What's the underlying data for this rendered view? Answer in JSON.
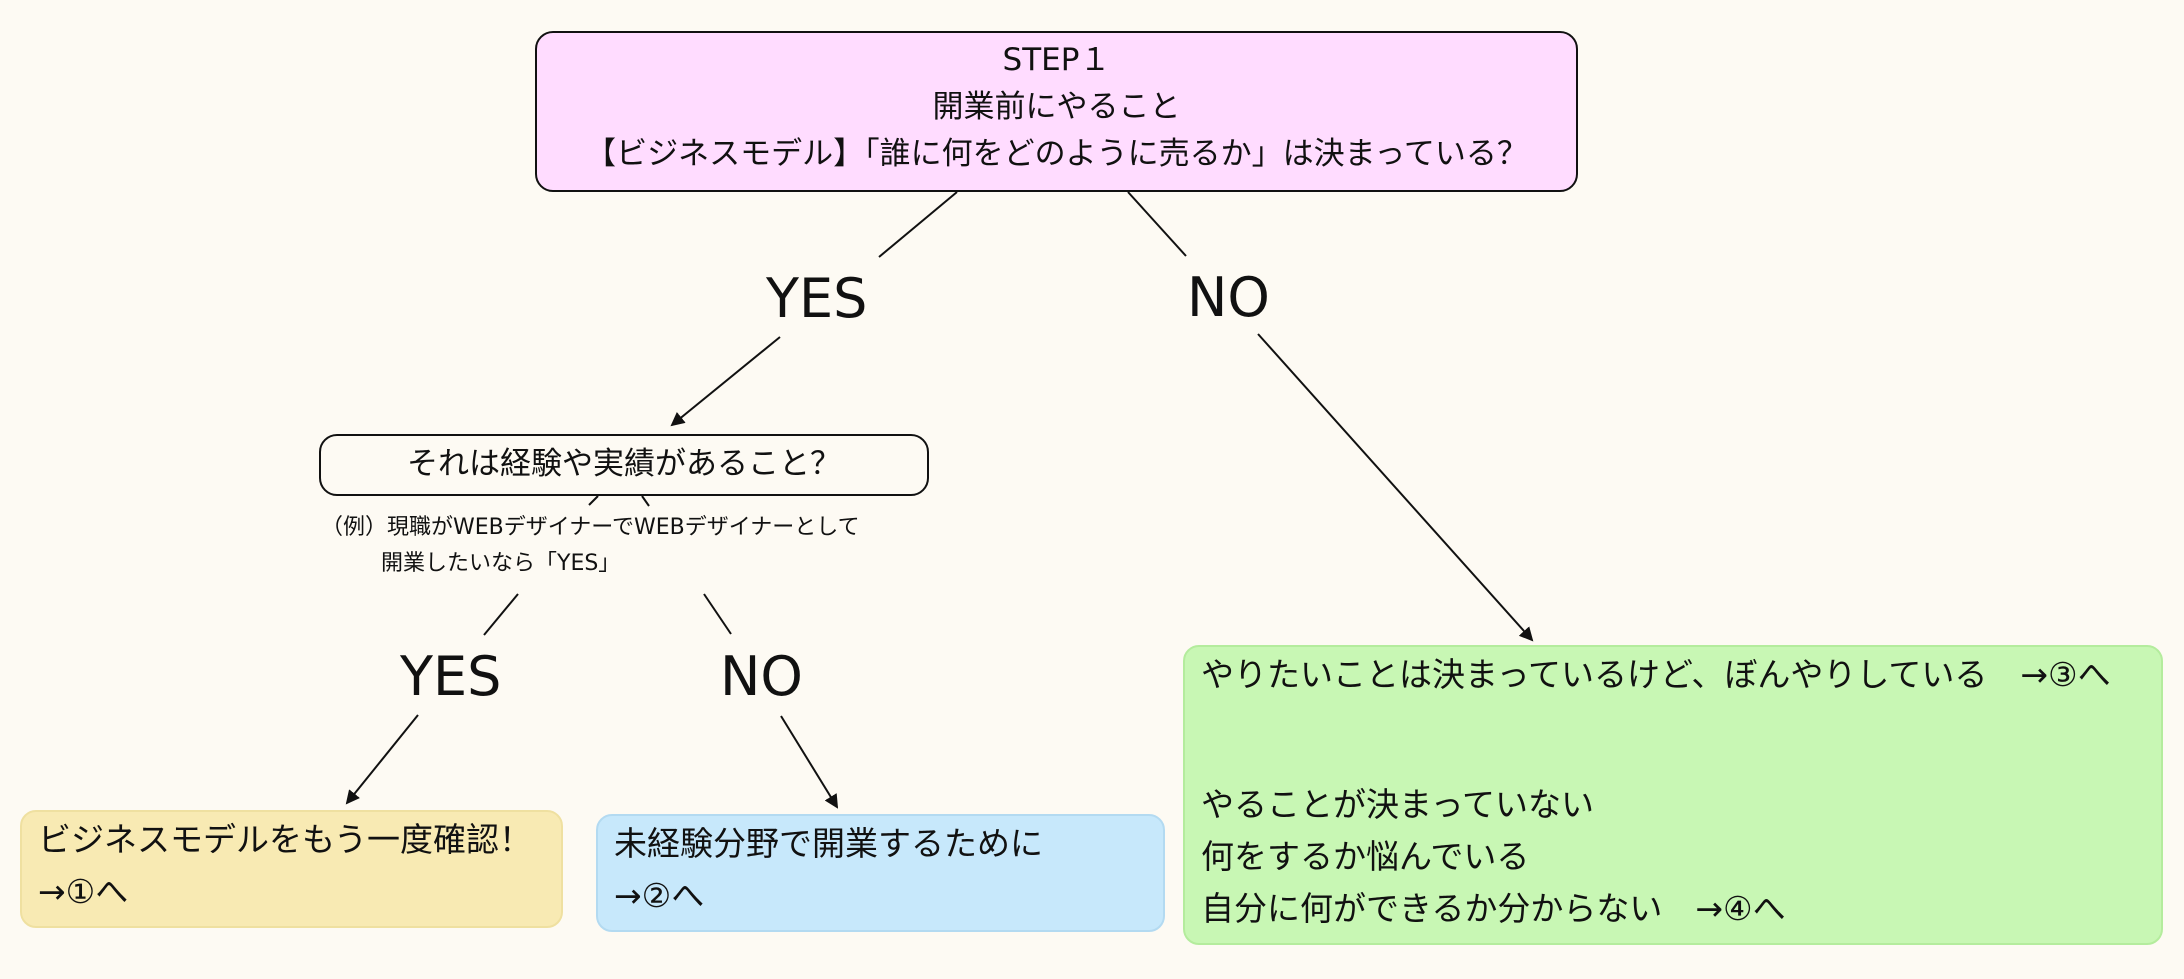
{
  "step": {
    "title": "STEP１",
    "subtitle": "開業前にやること",
    "question": "【ビジネスモデル】「誰に何をどのように売るか」は決まっている？"
  },
  "branch1": {
    "yes": "YES",
    "no": "NO"
  },
  "question2": {
    "text": "それは経験や実績があること？",
    "note_line1": "（例）現職がWEBデザイナーでWEBデザイナーとして",
    "note_line2": "開業したいなら「YES」"
  },
  "branch2": {
    "yes": "YES",
    "no": "NO"
  },
  "results": {
    "confirm": {
      "line1": "ビジネスモデルをもう一度確認！",
      "line2": "→①へ"
    },
    "new_field": {
      "line1": "未経験分野で開業するために",
      "line2": "→②へ"
    },
    "undecided": {
      "line1": "やりたいことは決まっているけど、ぼんやりしている　→③へ",
      "line2": "やることが決まっていない",
      "line3": "何をするか悩んでいる",
      "line4": "自分に何ができるか分からない　→④へ"
    }
  },
  "colors": {
    "step_fill": "#ffdcff",
    "yellow_fill": "#f8eab3",
    "blue_fill": "#c7e8fb",
    "green_fill": "#c8f7b4",
    "background": "#fdfaf3"
  }
}
